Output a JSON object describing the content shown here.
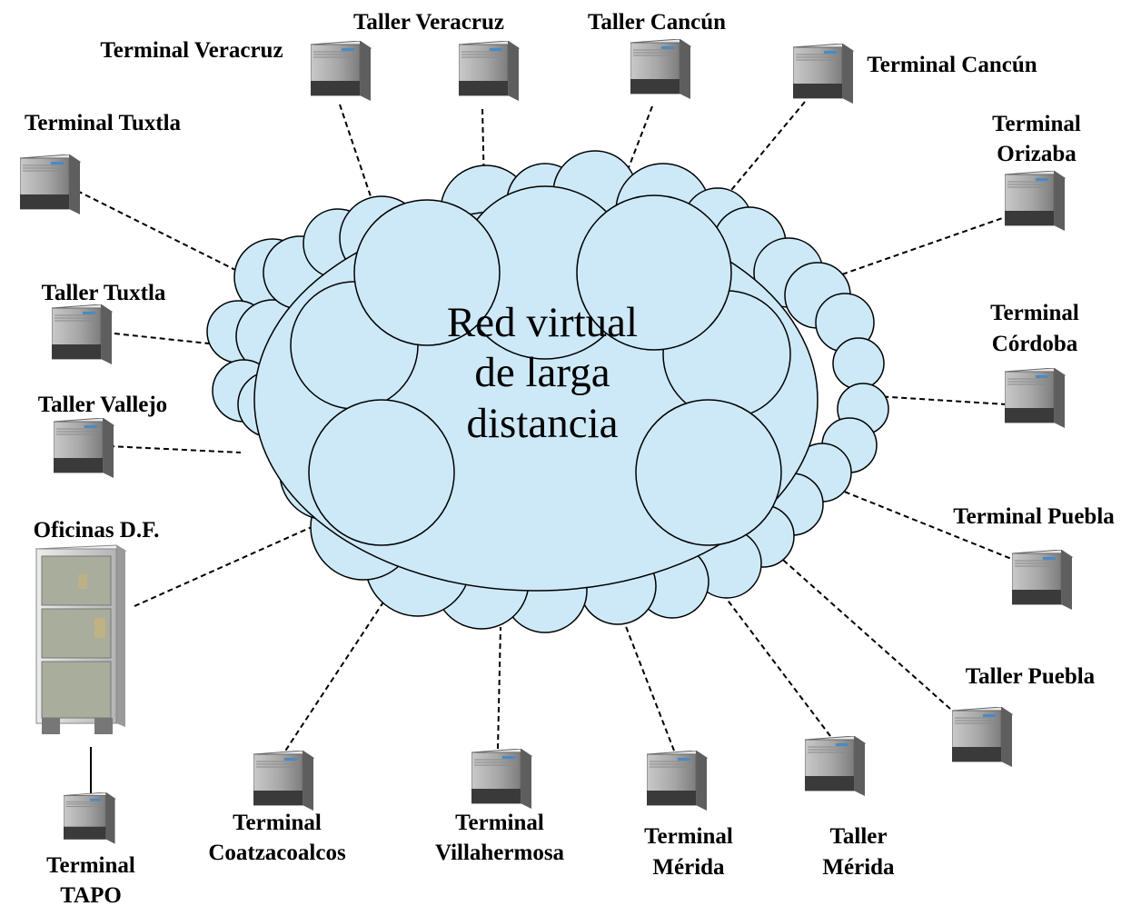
{
  "cloud": {
    "lines": [
      "Red virtual",
      "de larga",
      "distancia"
    ],
    "fill": "#cde9f8",
    "stroke": "#000000"
  },
  "nodes": [
    {
      "id": "terminal-veracruz",
      "icon": "pbx-unit-icon",
      "label": [
        "Terminal Veracruz"
      ]
    },
    {
      "id": "taller-veracruz",
      "icon": "pbx-unit-icon",
      "label": [
        "Taller Veracruz"
      ]
    },
    {
      "id": "taller-cancun",
      "icon": "pbx-unit-icon",
      "label": [
        "Taller Cancún"
      ]
    },
    {
      "id": "terminal-cancun",
      "icon": "pbx-unit-icon",
      "label": [
        "Terminal Cancún"
      ]
    },
    {
      "id": "terminal-orizaba",
      "icon": "pbx-unit-icon",
      "label": [
        "Terminal",
        "Orizaba"
      ]
    },
    {
      "id": "terminal-cordoba",
      "icon": "pbx-unit-icon",
      "label": [
        "Terminal",
        "Córdoba"
      ]
    },
    {
      "id": "terminal-puebla",
      "icon": "pbx-unit-icon",
      "label": [
        "Terminal Puebla"
      ]
    },
    {
      "id": "taller-puebla",
      "icon": "pbx-unit-icon",
      "label": [
        "Taller Puebla"
      ]
    },
    {
      "id": "taller-merida",
      "icon": "pbx-unit-icon",
      "label": [
        "Taller",
        "Mérida"
      ]
    },
    {
      "id": "terminal-merida",
      "icon": "pbx-unit-icon",
      "label": [
        "Terminal",
        "Mérida"
      ]
    },
    {
      "id": "terminal-villahermosa",
      "icon": "pbx-unit-icon",
      "label": [
        "Terminal",
        "Villahermosa"
      ]
    },
    {
      "id": "terminal-coatzacoalcos",
      "icon": "pbx-unit-icon",
      "label": [
        "Terminal",
        "Coatzacoalcos"
      ]
    },
    {
      "id": "terminal-tapo",
      "icon": "pbx-unit-icon",
      "label": [
        "Terminal",
        "TAPO"
      ]
    },
    {
      "id": "oficinas-df",
      "icon": "server-rack-icon",
      "label": [
        "Oficinas D.F."
      ]
    },
    {
      "id": "taller-vallejo",
      "icon": "pbx-unit-icon",
      "label": [
        "Taller Vallejo"
      ]
    },
    {
      "id": "taller-tuxtla",
      "icon": "pbx-unit-icon",
      "label": [
        "Taller Tuxtla"
      ]
    },
    {
      "id": "terminal-tuxtla",
      "icon": "pbx-unit-icon",
      "label": [
        "Terminal Tuxtla"
      ]
    }
  ],
  "links": [
    {
      "from": "terminal-veracruz",
      "to": "cloud",
      "style": "dashed"
    },
    {
      "from": "taller-veracruz",
      "to": "cloud",
      "style": "dashed"
    },
    {
      "from": "taller-cancun",
      "to": "cloud",
      "style": "dashed"
    },
    {
      "from": "terminal-cancun",
      "to": "cloud",
      "style": "dashed"
    },
    {
      "from": "terminal-orizaba",
      "to": "cloud",
      "style": "dashed"
    },
    {
      "from": "terminal-cordoba",
      "to": "cloud",
      "style": "dashed"
    },
    {
      "from": "terminal-puebla",
      "to": "cloud",
      "style": "dashed"
    },
    {
      "from": "taller-puebla",
      "to": "cloud",
      "style": "dashed"
    },
    {
      "from": "taller-merida",
      "to": "cloud",
      "style": "dashed"
    },
    {
      "from": "terminal-merida",
      "to": "cloud",
      "style": "dashed"
    },
    {
      "from": "terminal-villahermosa",
      "to": "cloud",
      "style": "dashed"
    },
    {
      "from": "terminal-coatzacoalcos",
      "to": "cloud",
      "style": "dashed"
    },
    {
      "from": "oficinas-df",
      "to": "cloud",
      "style": "dashed"
    },
    {
      "from": "taller-vallejo",
      "to": "cloud",
      "style": "dashed"
    },
    {
      "from": "taller-tuxtla",
      "to": "cloud",
      "style": "dashed"
    },
    {
      "from": "terminal-tuxtla",
      "to": "cloud",
      "style": "dashed"
    },
    {
      "from": "oficinas-df",
      "to": "terminal-tapo",
      "style": "solid"
    }
  ]
}
